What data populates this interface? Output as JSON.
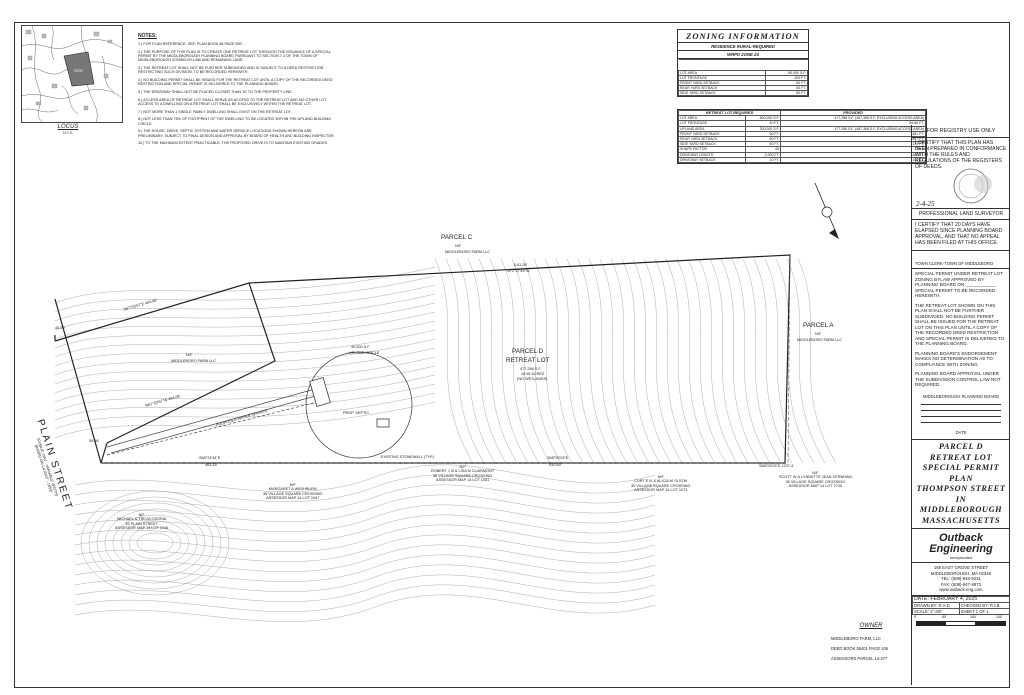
{
  "notes": {
    "heading": "NOTES:",
    "items": [
      "1.) FOR PLAN REFERENCE, SEE: PLAN BOOK 68 PAGE 590.",
      "2.) THE PURPOSE OF THIS PLAN IS TO CREATE ONE RETREAT LOT THROUGH THE ISSUANCE OF A SPECIAL PERMIT BY THE MIDDLEBOROUGH PLANNING BOARD PURSUANT TO SECTION 7.4 OF THE TOWN OF MIDDLEBOROUGH ZONING BY-LAW AND REMAINING LAND.",
      "3.) THE RETREAT LOT SHALL NOT BE FURTHER SUBDIVIDED AND IS SUBJECT TO A DEED RESTRICTION RESTRICTING SUCH DIVISION, TO BE RECORDED HEREWITH.",
      "4.) NO BUILDING PERMIT SHALL BE ISSUED FOR THE RETREAT LOT UNTIL A COPY OF THE RECORDED DEED RESTRICTION AND SPECIAL PERMIT IS DELIVERED TO THE PLANNING BOARD.",
      "5.) THE DRIVEWAY SHALL NOT BE PLACED CLOSER THAN 10' TO THE PROPERTY LINE.",
      "6.) ACCESS AREA OF RETREAT LOT SHALL SERVE AS ACCESS TO THE RETREAT LOT AND NO OTHER LOT. ACCESS TO A DWELLING ON A RETREAT LOT SHALL BE EXCLUSIVELY WITHIN THE RETREAT LOT.",
      "7.) NOT MORE THAN 1 SINGLE FAMILY DWELLING SHALL EXIST ON THE RETREAT LOT.",
      "8.) NOT LESS THAN 75% OF FOOTPRINT OF THE DWELLING TO BE LOCATED WITHIN THE UPLAND BUILDING CIRCLE.",
      "9.) THE HOUSE, DRIVE, SEPTIC SYSTEM AND WATER SERVICE LOCATIONS SHOWN HEREON ARE PRELIMINARY, SUBJECT TO FINAL DESIGN AND APPROVAL BY BOARD OF HEALTH AND BUILDING INSPECTOR.",
      "10.) TO THE MAXIMUM EXTENT PRACTICABLE, THE PROPOSED DRIVE IS TO MAINTAIN EXISTING GRADES."
    ]
  },
  "locus": {
    "label": "LOCUS",
    "scale": "N.T.S."
  },
  "zoning": {
    "title": "ZONING INFORMATION",
    "district": "RESIDENCE RURAL-REQUIRED",
    "overlay": "WRPD ZONE Z4",
    "rows": [
      {
        "k": "LOT AREA",
        "v": "80,000 S.F."
      },
      {
        "k": "LOT FRONTAGE",
        "v": "200 FT."
      },
      {
        "k": "FRONT YARD SETBACK",
        "v": "50 FT."
      },
      {
        "k": "REAR YARD SETBACK",
        "v": "50 FT."
      },
      {
        "k": "SIDE YARD SETBACK",
        "v": "50 FT."
      }
    ],
    "retreat_hdr": "RETREAT LOT-REQUIRED",
    "provided_hdr": "PROVIDED",
    "retreat_rows": [
      {
        "k": "LOT AREA",
        "v": "400,000 S.F.",
        "p": "477,286 S.F. (467,368 S.F. EXCLUDING ACCESS AREA)"
      },
      {
        "k": "LOT FRONTAGE",
        "v": "40 FT.",
        "p": "59.66 FT."
      },
      {
        "k": "UPLAND AREA",
        "v": "200,000 S.F.",
        "p": "477,286 S.F. (467,368 S.F. EXCLUDING ACCESS AREA)"
      },
      {
        "k": "FRONT YARD SETBACK",
        "v": "50 FT.",
        "p": "481 FT."
      },
      {
        "k": "REAR YARD SETBACK",
        "v": "50 FT.",
        "p": "557 FT."
      },
      {
        "k": "SIDE YARD SETBACK",
        "v": "50 FT.",
        "p": "119 FT."
      },
      {
        "k": "SHAPE FACTOR",
        "v": "60",
        "p": "39.6"
      },
      {
        "k": "DRIVEWAY LENGTH",
        "v": "2,000 FT.",
        "p": "467 FT."
      },
      {
        "k": "DRIVEWAY SETBACK",
        "v": "10 FT.",
        "p": "100 FT."
      }
    ]
  },
  "panel": {
    "registry": "FOR REGISTRY USE ONLY",
    "cert": "I CERTIFY THAT THIS PLAN HAS BEEN PREPARED IN CONFORMANCE WITH THE RULES AND REGULATIONS OF THE REGISTERS OF DEEDS.",
    "signed_date": "2-4-25",
    "surveyor": "PROFESSIONAL LAND SURVEYOR",
    "clerk_cert": "I CERTIFY THAT 20 DAYS HAVE ELAPSED SINCE PLANNING BOARD APPROVAL, AND THAT NO APPEAL HAS BEEN FILED AT THIS OFFICE.",
    "town_clerk": "TOWN CLERK-TOWN OF MIDDLEBORO",
    "sp_paras": [
      "SPECIAL PERMIT UNDER RETREAT LOT ZONING BYLAW APPROVED BY PLANNING BOARD ON ____________ SPECIAL PERMIT TO BE RECORDED HEREWITH.",
      "THE RETREAT LOT SHOWN ON THIS PLAN SHALL NOT BE FURTHER SUBDIVIDED. NO BUILDING PERMIT SHALL BE ISSUED FOR THE RETREAT LOT ON THIS PLAN UNTIL A COPY OF THE RECORDED DEED RESTRICTION AND SPECIAL PERMIT IS DELIVERED TO THE PLANNING BOARD.",
      "PLANNING BOARD'S ENDORSEMENT MAKES NO DETERMINATION AS TO COMPLIANCE WITH ZONING.",
      "PLANNING BOARD APPROVAL UNDER THE SUBDIVISION CONTROL LAW NOT REQUIRED."
    ],
    "board": "MIDDLEBOROUGH PLANNING BOARD",
    "date_label": "DATE",
    "title_lines": [
      "PARCEL D",
      "RETREAT LOT",
      "SPECIAL PERMIT PLAN",
      "THOMPSON STREET",
      "IN",
      "MIDDLEBOROUGH",
      "MASSACHUSETTS"
    ],
    "company_line1": "Outback",
    "company_line2": "Engineering",
    "company_line3": "Incorporated",
    "address": [
      "165 EAST GROVE STREET",
      "MIDDLEBOROUGH, MA 02346",
      "TEL: (508)-946-9231",
      "FAX: (508)-947-8873",
      "www.outback-eng.com"
    ],
    "date_row": "DATE:   FEBRUARY 4, 2025",
    "drawn_by": "DRAWN BY: R.A.D.",
    "checked_by": "CHECKED BY: P.J.B.",
    "scale": "SCALE: 1\"=80'",
    "sheet": "SHEET 1 OF 1",
    "scalebar": [
      "0'",
      "80'",
      "160'",
      "240'"
    ]
  },
  "owner": {
    "heading": "OWNER",
    "lines": [
      "MIDDLEBORO FARM, LLC",
      "DEED BOOK 55401 PAGE 106",
      "ASSESSORS PARCEL 14-377"
    ]
  },
  "map": {
    "parcel_c": "PARCEL C",
    "parcel_c_nf": "N/F",
    "parcel_c_owner": "MIDDLEBORO FARM LLC",
    "parcel_a": "PARCEL A",
    "parcel_a_nf": "N/F",
    "parcel_a_owner": "MIDDLEBORO FARM LLC",
    "parcel_d": "PARCEL D",
    "parcel_d_sub": "RETREAT LOT",
    "parcel_d_area": "477,286 S.F.",
    "parcel_d_ac": "10.95 ACRES",
    "parcel_d_wet": "(NO WETLANDS)",
    "upland_area": "40,000 S.F.",
    "upland_label": "UPLAND CIRCLE",
    "nf_left": "N/F",
    "nf_left_owner": "MIDDLEBORO FARM LLC",
    "septic": "PROP. SEPTIC",
    "water": "PROPOSED WATER SERVICE",
    "stonewall": "EXISTING STONEWALL (TYP.)",
    "street": "PLAIN STREET",
    "street_sub": "(PUBLIC WAY - VARIABLE WIDTH)",
    "street_sub2": "(BASED ON LAYOUT - 1850)",
    "top_bearing": "N72°57'44\"W",
    "top_dist": "1141.26'",
    "bottom_bearing1": "S68°05'03\"E",
    "bottom_dist1": "932.69'",
    "bottom_bearing2": "S68°24'34\"E",
    "bottom_dist2": "463.15'",
    "right_bearing": "S68°05'03\"E  1237.4'",
    "left_bearing": "S67°53'57\"E  404.06'",
    "left_bearing2": "N67°53'57\"W  404.06'",
    "left_dist": "45.00'",
    "left_dist2": "59.66'",
    "abutters": [
      {
        "nf": "N/F",
        "name": "MARGARET A WASHBURN",
        "addr": "36 VILLAGE SQUARE CROSSING",
        "map": "ASSESSOR MAP 14 LOT 1067"
      },
      {
        "nf": "N/F",
        "name": "ROBERT J III & LISA M CLAIRMONT",
        "addr": "38 VILLAGE SQUARE CROSSING",
        "map": "ASSESSOR MAP 14 LOT 1051"
      },
      {
        "nf": "N/F",
        "name": "CURT E III & ALICIA M OLSON",
        "addr": "30 VILLAGE SQUARE CROSSING",
        "map": "ASSESSOR MAP 14 LOT 1073"
      },
      {
        "nf": "N/F",
        "name": "SCOTT W & LYNNETTE JEAN CERNHAM",
        "addr": "26 VILLAGE SQUARE CROSSING",
        "map": "ASSESSOR MAP 14 LOT 2735"
      },
      {
        "nf": "N/F",
        "name": "MICHAEL & TRICIA OSORIA",
        "addr": "83 PLAIN STREET",
        "map": "ASSESSOR MAP 14 LOT 1046"
      }
    ]
  }
}
